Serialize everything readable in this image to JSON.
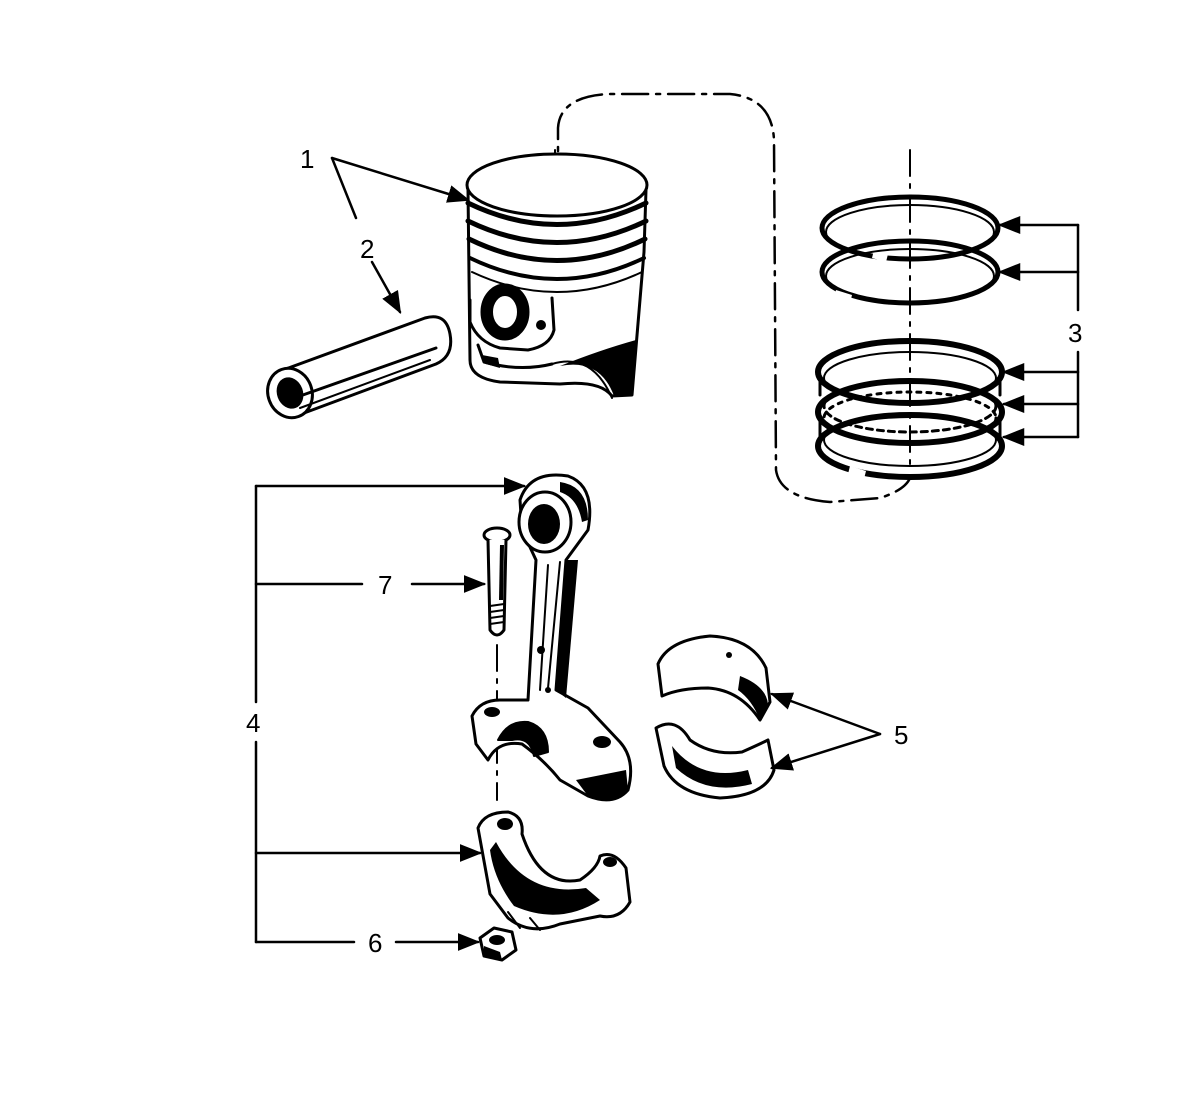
{
  "callouts": {
    "c1": "1",
    "c2": "2",
    "c3": "3",
    "c4": "4",
    "c5": "5",
    "c6": "6",
    "c7": "7"
  },
  "colors": {
    "ink": "#000000",
    "paper": "#ffffff"
  }
}
